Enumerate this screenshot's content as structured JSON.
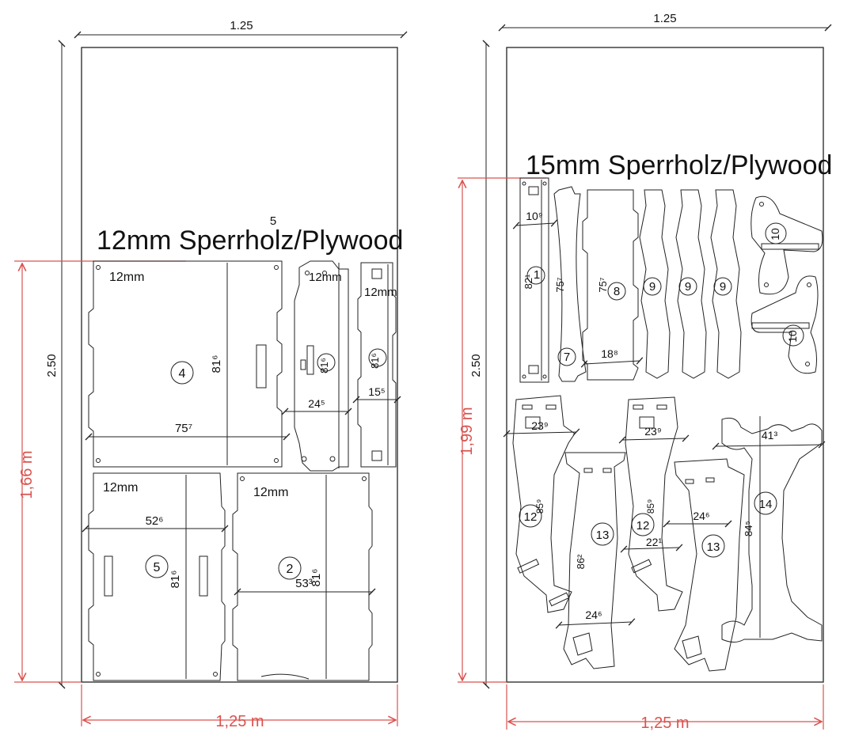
{
  "left_panel": {
    "top_width": "1.25",
    "height": "2.50",
    "red_height": "1,66 m",
    "red_width": "1,25 m",
    "material_title": "12mm Sperrholz/Plywood",
    "note_5": "5",
    "thickness": "12mm",
    "parts": [
      {
        "num": "4",
        "dims": [
          "75⁷",
          "81⁶"
        ]
      },
      {
        "num": "5",
        "dims": [
          "52⁶",
          "81⁶"
        ]
      },
      {
        "num": "2",
        "dims": [
          "53³",
          "81⁶"
        ]
      },
      {
        "num": "6",
        "dims": [
          "81⁶",
          "24⁵"
        ]
      },
      {
        "num": "3",
        "dims": [
          "81⁶",
          "15⁵"
        ]
      }
    ]
  },
  "right_panel": {
    "top_width": "1.25",
    "height": "2.50",
    "red_height": "1,99 m",
    "red_width": "1,25 m",
    "material_title": "15mm Sperrholz/Plywood",
    "parts": [
      {
        "num": "1",
        "dims": [
          "10⁹",
          "82¹"
        ]
      },
      {
        "num": "7",
        "dims": [
          "75⁷"
        ]
      },
      {
        "num": "8",
        "dims": [
          "75⁷",
          "18⁸"
        ]
      },
      {
        "num": "9"
      },
      {
        "num": "9"
      },
      {
        "num": "9"
      },
      {
        "num": "10"
      },
      {
        "num": "10"
      },
      {
        "num": "12",
        "dims": [
          "23⁹",
          "85⁹"
        ]
      },
      {
        "num": "13",
        "dims": [
          "86²",
          "24⁶"
        ]
      },
      {
        "num": "12",
        "dims": [
          "23⁹",
          "85⁹"
        ]
      },
      {
        "num": "13",
        "dims": [
          "24⁶",
          "22¹"
        ]
      },
      {
        "num": "14",
        "dims": [
          "41³",
          "84⁵"
        ]
      }
    ]
  }
}
